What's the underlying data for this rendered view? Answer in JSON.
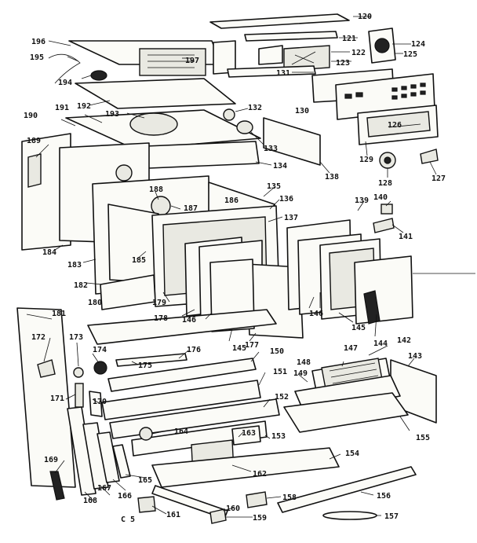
{
  "diagram": {
    "labels": {
      "l120": "120",
      "l121": "121",
      "l122": "122",
      "l123": "123",
      "l124": "124",
      "l125": "125",
      "l126": "126",
      "l127": "127",
      "l128": "128",
      "l129": "129",
      "l130": "130",
      "l131": "131",
      "l132": "132",
      "l133": "133",
      "l134": "134",
      "l135": "135",
      "l136": "136",
      "l137": "137",
      "l138": "138",
      "l139": "139",
      "l140": "140",
      "l141": "141",
      "l142": "142",
      "l143": "143",
      "l144": "144",
      "l145a": "145",
      "l145b": "145",
      "l146a": "146",
      "l146b": "146",
      "l147": "147",
      "l148": "148",
      "l149": "149",
      "l150": "150",
      "l151": "151",
      "l152": "152",
      "l153": "153",
      "l154": "154",
      "l155": "155",
      "l156": "156",
      "l157": "157",
      "l158": "158",
      "l159": "159",
      "l160": "160",
      "l161": "161",
      "l162": "162",
      "l163": "163",
      "l164": "164",
      "l165": "165",
      "l166": "166",
      "l167": "167",
      "l168": "168",
      "l169": "169",
      "l170": "170",
      "l171": "171",
      "l172": "172",
      "l173": "173",
      "l174": "174",
      "l175": "175",
      "l176": "176",
      "l177": "177",
      "l178": "178",
      "l179": "179",
      "l180": "180",
      "l181": "181",
      "l182": "182",
      "l183": "183",
      "l184": "184",
      "l185": "185",
      "l186": "186",
      "l187": "187",
      "l188": "188",
      "l189": "189",
      "l190": "190",
      "l191": "191",
      "l192": "192",
      "l193": "193",
      "l194": "194",
      "l195": "195",
      "l196": "196",
      "l197": "197",
      "lc5": "C 5"
    }
  }
}
